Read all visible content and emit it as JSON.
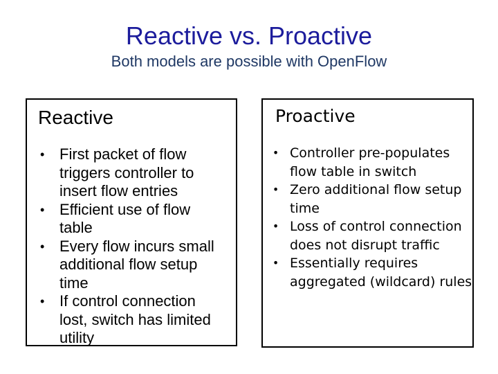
{
  "slide": {
    "title": "Reactive vs. Proactive",
    "subtitle": "Both models are possible with OpenFlow",
    "bullet_char": "•",
    "colors": {
      "title_text": "#1C1C9C",
      "subtitle_text": "#1F3864",
      "body_text": "#000000",
      "panel_border": "#000000",
      "background": "#FFFFFF"
    },
    "left_panel": {
      "heading": "Reactive",
      "bullets": [
        "First packet of flow\ntriggers controller to\ninsert flow entries",
        "Efficient use of flow\ntable",
        "Every flow incurs small\nadditional flow setup\ntime",
        "If control connection\nlost, switch has limited\nutility"
      ]
    },
    "right_panel": {
      "heading": "Proactive",
      "bullets": [
        "Controller pre-populates\nflow table in switch",
        "Zero additional flow setup\ntime",
        "Loss of control connection\ndoes not disrupt traffic",
        "Essentially requires\naggregated (wildcard) rules"
      ]
    }
  }
}
